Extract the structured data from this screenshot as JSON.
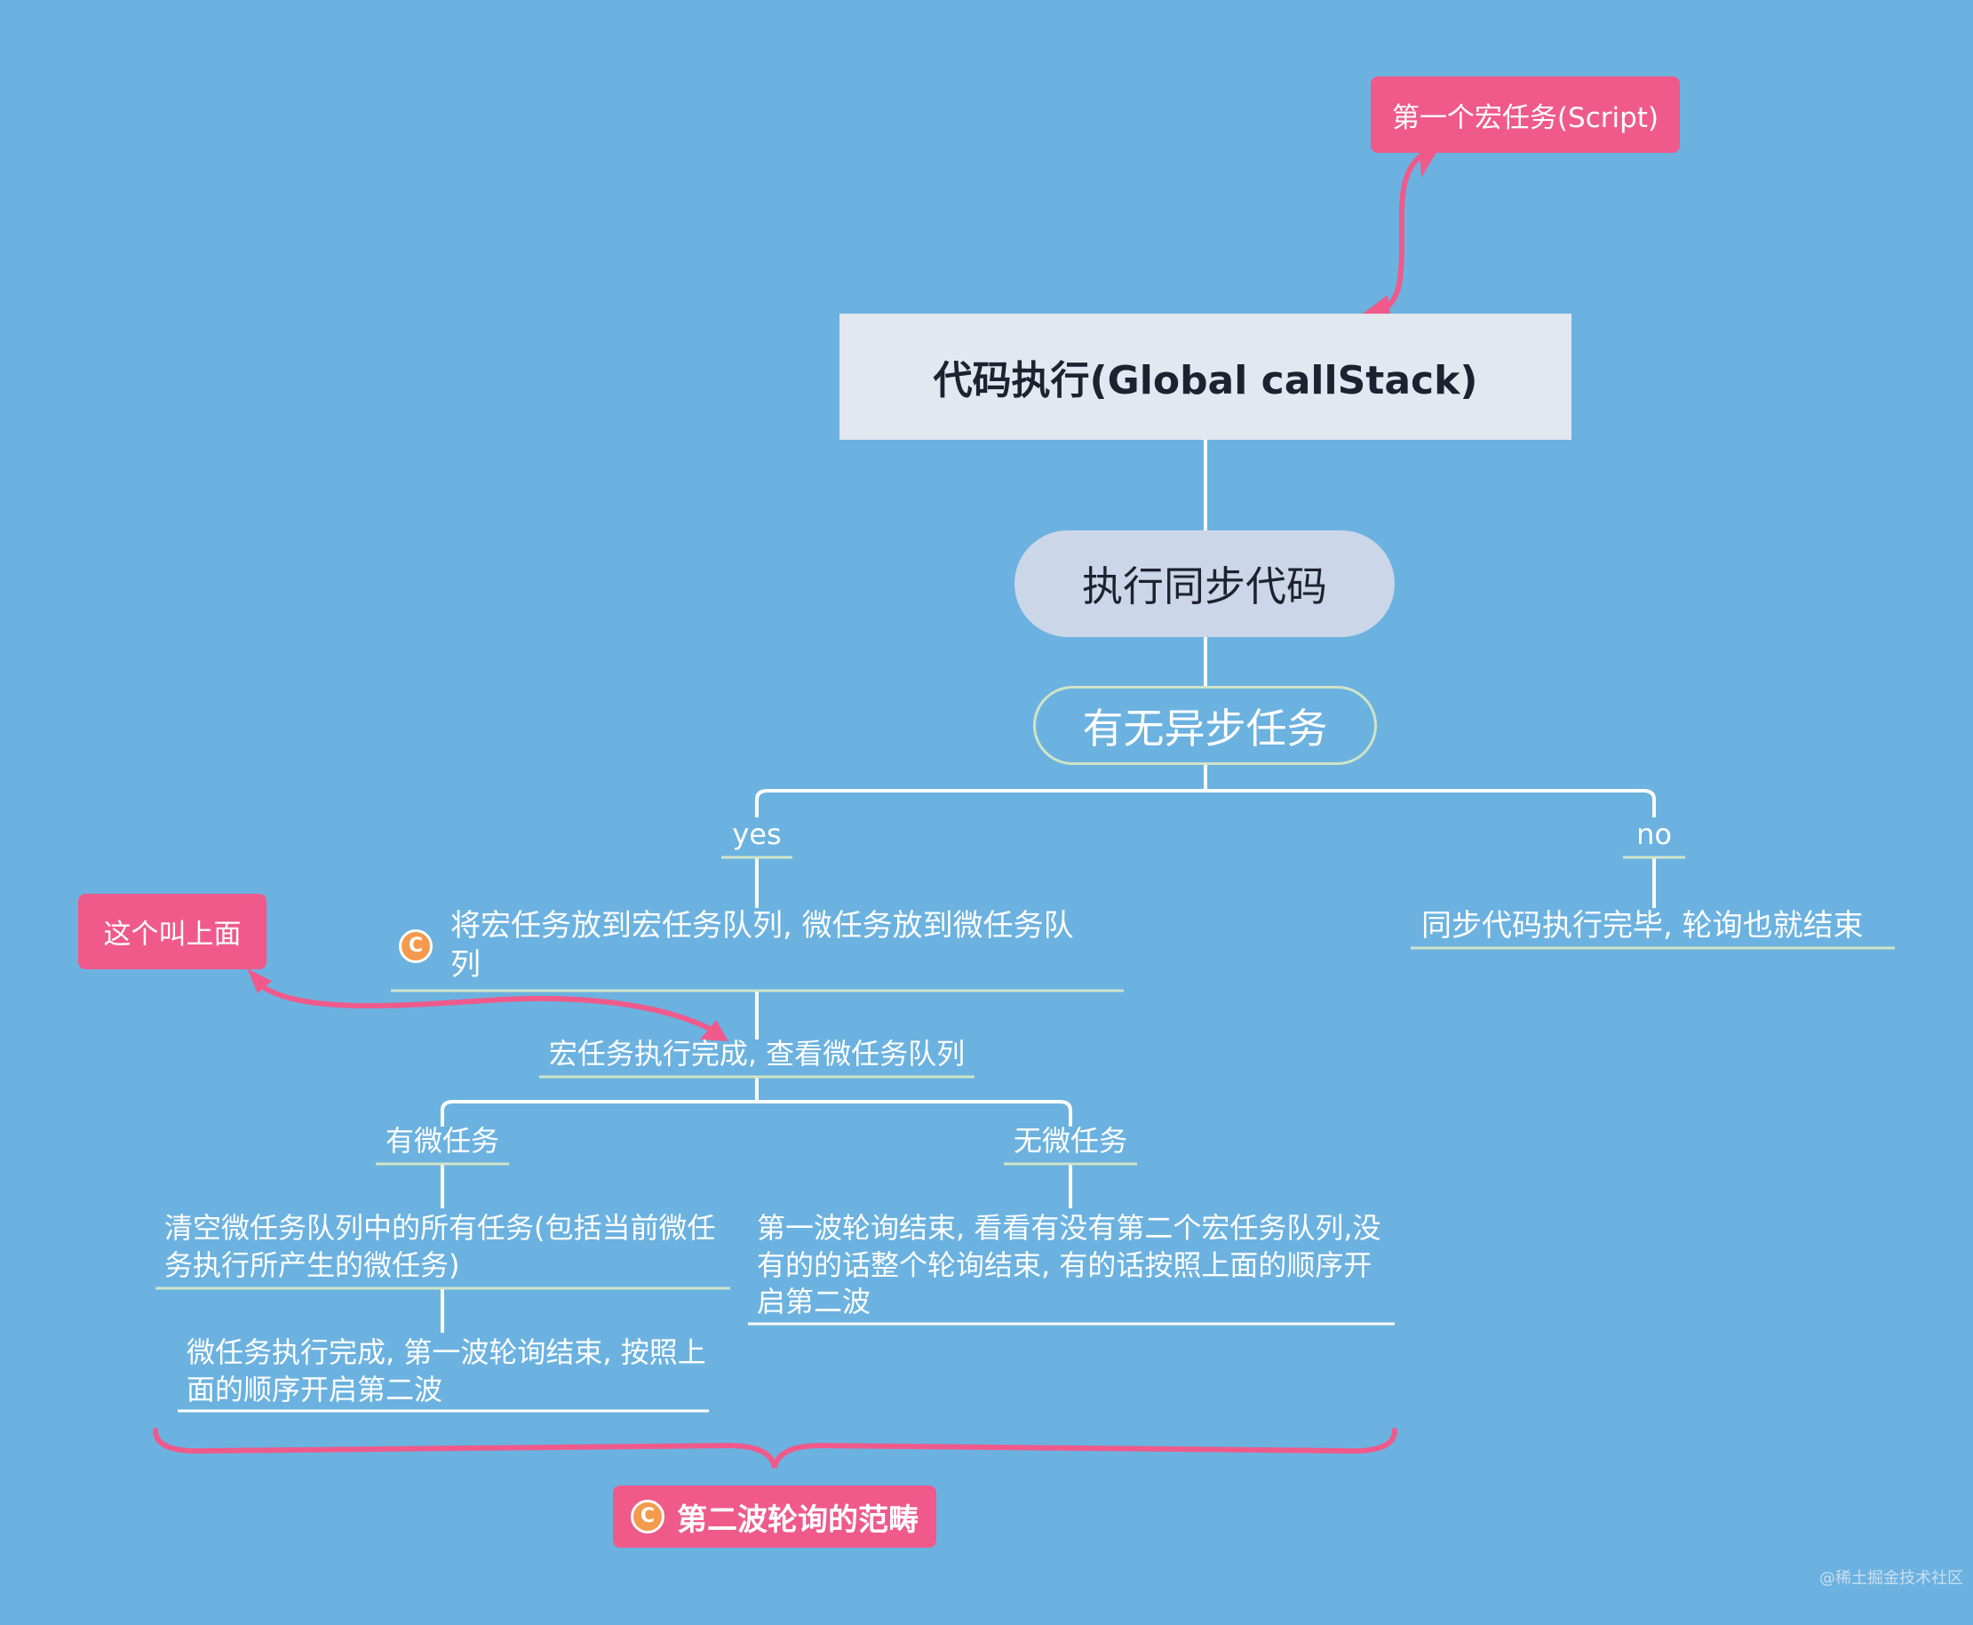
{
  "root": "代码执行(Global callStack)",
  "sync_node": "执行同步代码",
  "async_question": "有无异步任务",
  "branch_yes": "yes",
  "branch_no": "no",
  "yes_action_line1": "将宏任务放到宏任务队列, 微任务放到微任务队",
  "yes_action_line2": "列",
  "no_action": "同步代码执行完毕, 轮询也就结束",
  "macro_done": "宏任务执行完成, 查看微任务队列",
  "has_micro": "有微任务",
  "no_micro": "无微任务",
  "clear_micro_line1": "清空微任务队列中的所有任务(包括当前微任",
  "clear_micro_line2": "务执行所产生的微任务)",
  "micro_done_line1": "微任务执行完成, 第一波轮询结束, 按照上",
  "micro_done_line2": "面的顺序开启第二波",
  "no_micro_result_line1": "第一波轮询结束, 看看有没有第二个宏任务队列,没",
  "no_micro_result_line2": "有的的话整个轮询结束, 有的话按照上面的顺序开",
  "no_micro_result_line3": "启第二波",
  "callout_script": "第一个宏任务(Script)",
  "callout_above": "这个叫上面",
  "callout_second_wave": "第二波轮询的范畴",
  "icon_glyph": "C",
  "watermark": "@稀土掘金技术社区",
  "colors": {
    "background": "#6cb2e0",
    "accent_pink": "#ef5a8b",
    "root_fill": "#e2e7f0",
    "sync_fill": "#cbd6e8",
    "underline": "#cfe4c8",
    "line": "#ffffff",
    "icon": "#f39a4c"
  }
}
